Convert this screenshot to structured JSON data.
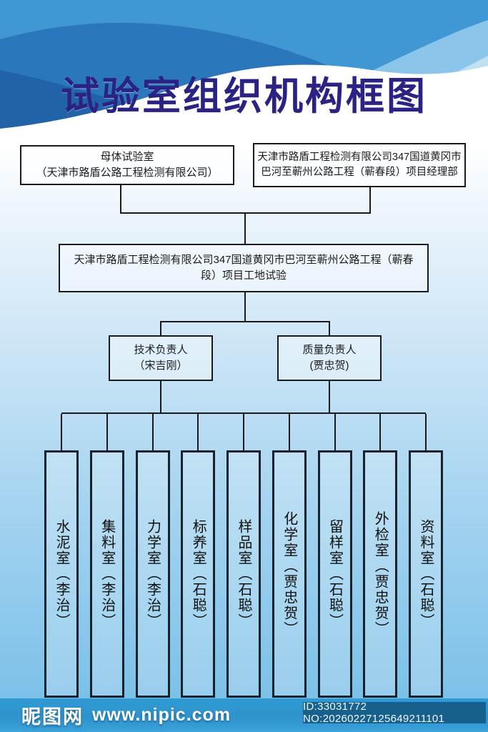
{
  "page": {
    "title": "试验室组织机构框图"
  },
  "colors": {
    "title": "#2A2384",
    "connector": "#1A1A1A",
    "wave_bright": "#3F97D3",
    "wave_medium": "#2B77BC",
    "wave_deep": "#2063A9",
    "wave_light": "#8CC5EA",
    "wave_pale": "#C0E0F3",
    "footer_bar": "#2F97D0"
  },
  "org": {
    "parent_left": {
      "line1": "母体试验室",
      "line2": "（天津市路盾公路工程检测有限公司）"
    },
    "parent_right": {
      "line1": "天津市路盾工程检测有限公司347国道黄冈市",
      "line2": "巴河至蕲州公路工程（蕲春段）项目经理部"
    },
    "project": "天津市路盾工程检测有限公司347国道黄冈市巴河至蕲州公路工程（蕲春段）项目工地试验",
    "tech_lead": {
      "line1": "技术负责人",
      "line2": "（宋吉刚）"
    },
    "quality_lead": {
      "line1": "质量负责人",
      "line2": "(贾忠贺)"
    },
    "departments": [
      {
        "label": "水泥室（李治）"
      },
      {
        "label": "集料室（李治）"
      },
      {
        "label": "力学室（李治）"
      },
      {
        "label": "标养室（石聪）"
      },
      {
        "label": "样品室（石聪）"
      },
      {
        "label": "化学室（贾忠贺）"
      },
      {
        "label": "留样室（石聪）"
      },
      {
        "label": "外检室（贾忠贺）"
      },
      {
        "label": "资料室（石聪）"
      }
    ]
  },
  "footer": {
    "site_name": "昵图网",
    "site_url": "www.nipic.com",
    "id_text": "ID:33031772 NO:20260227125649211101"
  }
}
